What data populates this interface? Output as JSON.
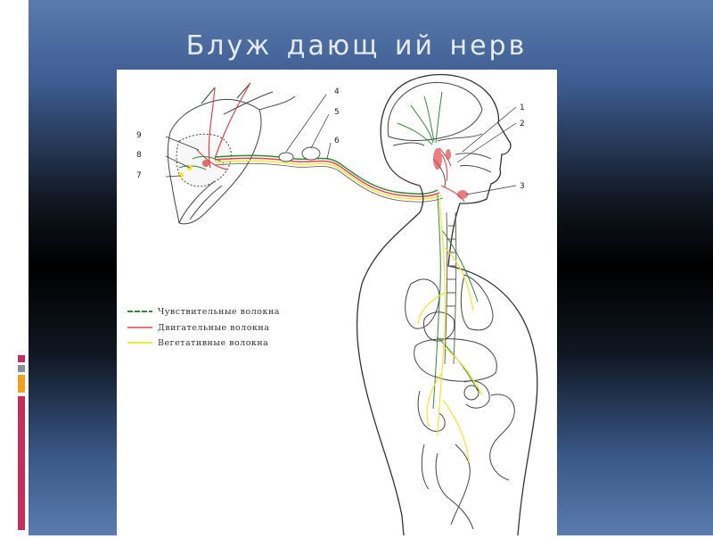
{
  "slide": {
    "title": "Блуж дающ ий нерв"
  },
  "figure": {
    "number_labels": [
      "1",
      "2",
      "3",
      "4",
      "5",
      "6",
      "7",
      "8",
      "9"
    ],
    "legend": [
      {
        "label": "Чувствительные волокна",
        "color": "#2f8a3a"
      },
      {
        "label": "Двигательные волокна",
        "color": "#e0474a"
      },
      {
        "label": "Вегетативные волокна",
        "color": "#f2e63a"
      }
    ]
  },
  "colors": {
    "slide_top": "#5a7bad",
    "slide_middle": "#000000",
    "title_text": "#e6eaf2",
    "accent_red": "#c0305a",
    "accent_orange": "#f0a020"
  }
}
